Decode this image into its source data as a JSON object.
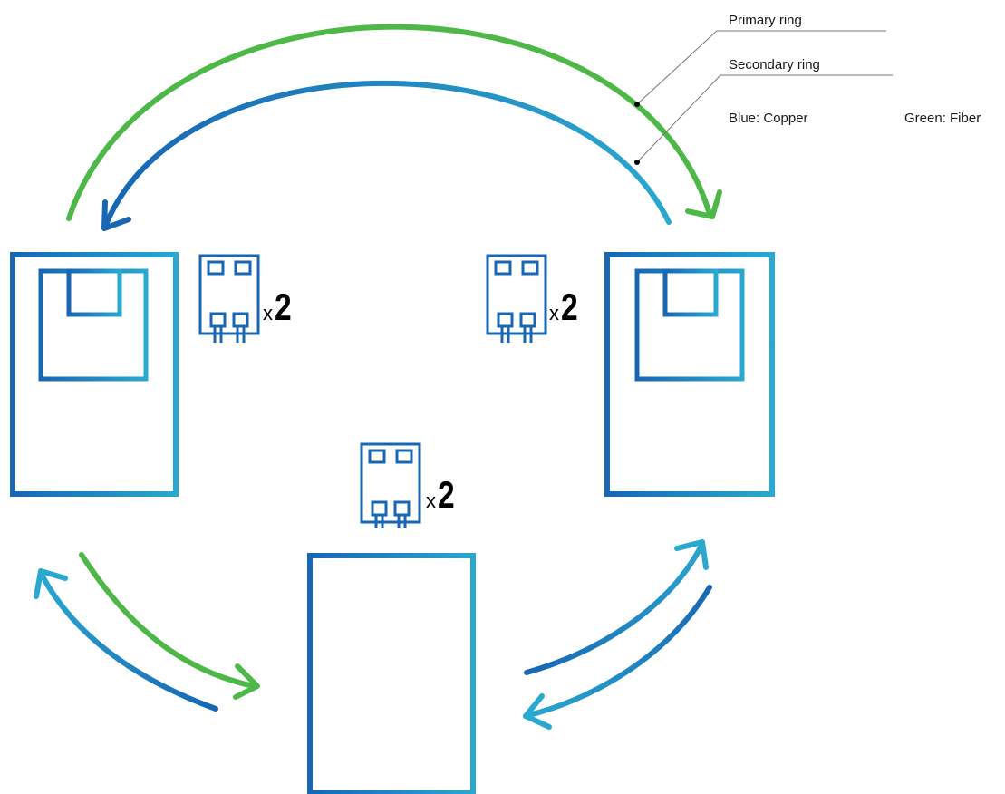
{
  "labels": {
    "primary_ring": "Primary ring",
    "secondary_ring": "Secondary ring"
  },
  "legend": {
    "blue": "Blue: Copper",
    "green": "Green: Fiber"
  },
  "multipliers": {
    "left": {
      "x": "x",
      "n": "2"
    },
    "right": {
      "x": "x",
      "n": "2"
    },
    "center": {
      "x": "x",
      "n": "2"
    }
  },
  "colors": {
    "blue_dark": "#1866b4",
    "blue_light": "#2aa8cf",
    "green": "#4db848",
    "leader": "#777777",
    "text": "#1a1a1a"
  }
}
